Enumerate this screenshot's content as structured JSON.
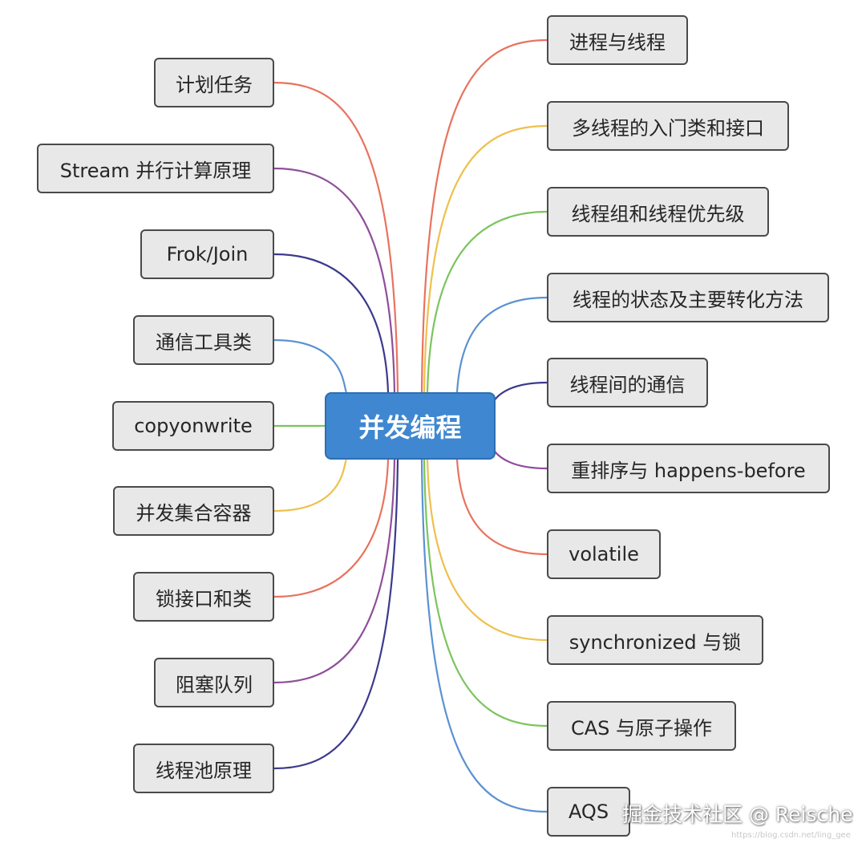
{
  "root": {
    "label": "并发编程",
    "color": "#3f87d0"
  },
  "left_branches": [
    {
      "label": "计划任务",
      "color": "#e8735f"
    },
    {
      "label": "Stream 并行计算原理",
      "color": "#8e4f9a"
    },
    {
      "label": "Frok/Join",
      "color": "#3b3a8c"
    },
    {
      "label": "通信工具类",
      "color": "#5b92d1"
    },
    {
      "label": "copyonwrite",
      "color": "#7cc45e"
    },
    {
      "label": "并发集合容器",
      "color": "#efc04a"
    },
    {
      "label": "锁接口和类",
      "color": "#e8735f"
    },
    {
      "label": "阻塞队列",
      "color": "#8e4f9a"
    },
    {
      "label": "线程池原理",
      "color": "#3b3a8c"
    }
  ],
  "right_branches": [
    {
      "label": "进程与线程",
      "color": "#e8735f"
    },
    {
      "label": "多线程的入门类和接口",
      "color": "#efc04a"
    },
    {
      "label": "线程组和线程优先级",
      "color": "#7cc45e"
    },
    {
      "label": "线程的状态及主要转化方法",
      "color": "#5b92d1"
    },
    {
      "label": "线程间的通信",
      "color": "#3b3a8c"
    },
    {
      "label": "重排序与 happens-before",
      "color": "#8e4f9a"
    },
    {
      "label": "volatile",
      "color": "#e8735f"
    },
    {
      "label": "synchronized 与锁",
      "color": "#efc04a"
    },
    {
      "label": "CAS 与原子操作",
      "color": "#7cc45e"
    },
    {
      "label": "AQS",
      "color": "#5b92d1"
    }
  ],
  "watermark": "掘金技术社区 @ Reische",
  "watermark_url": "https://blog.csdn.net/ling_gee"
}
